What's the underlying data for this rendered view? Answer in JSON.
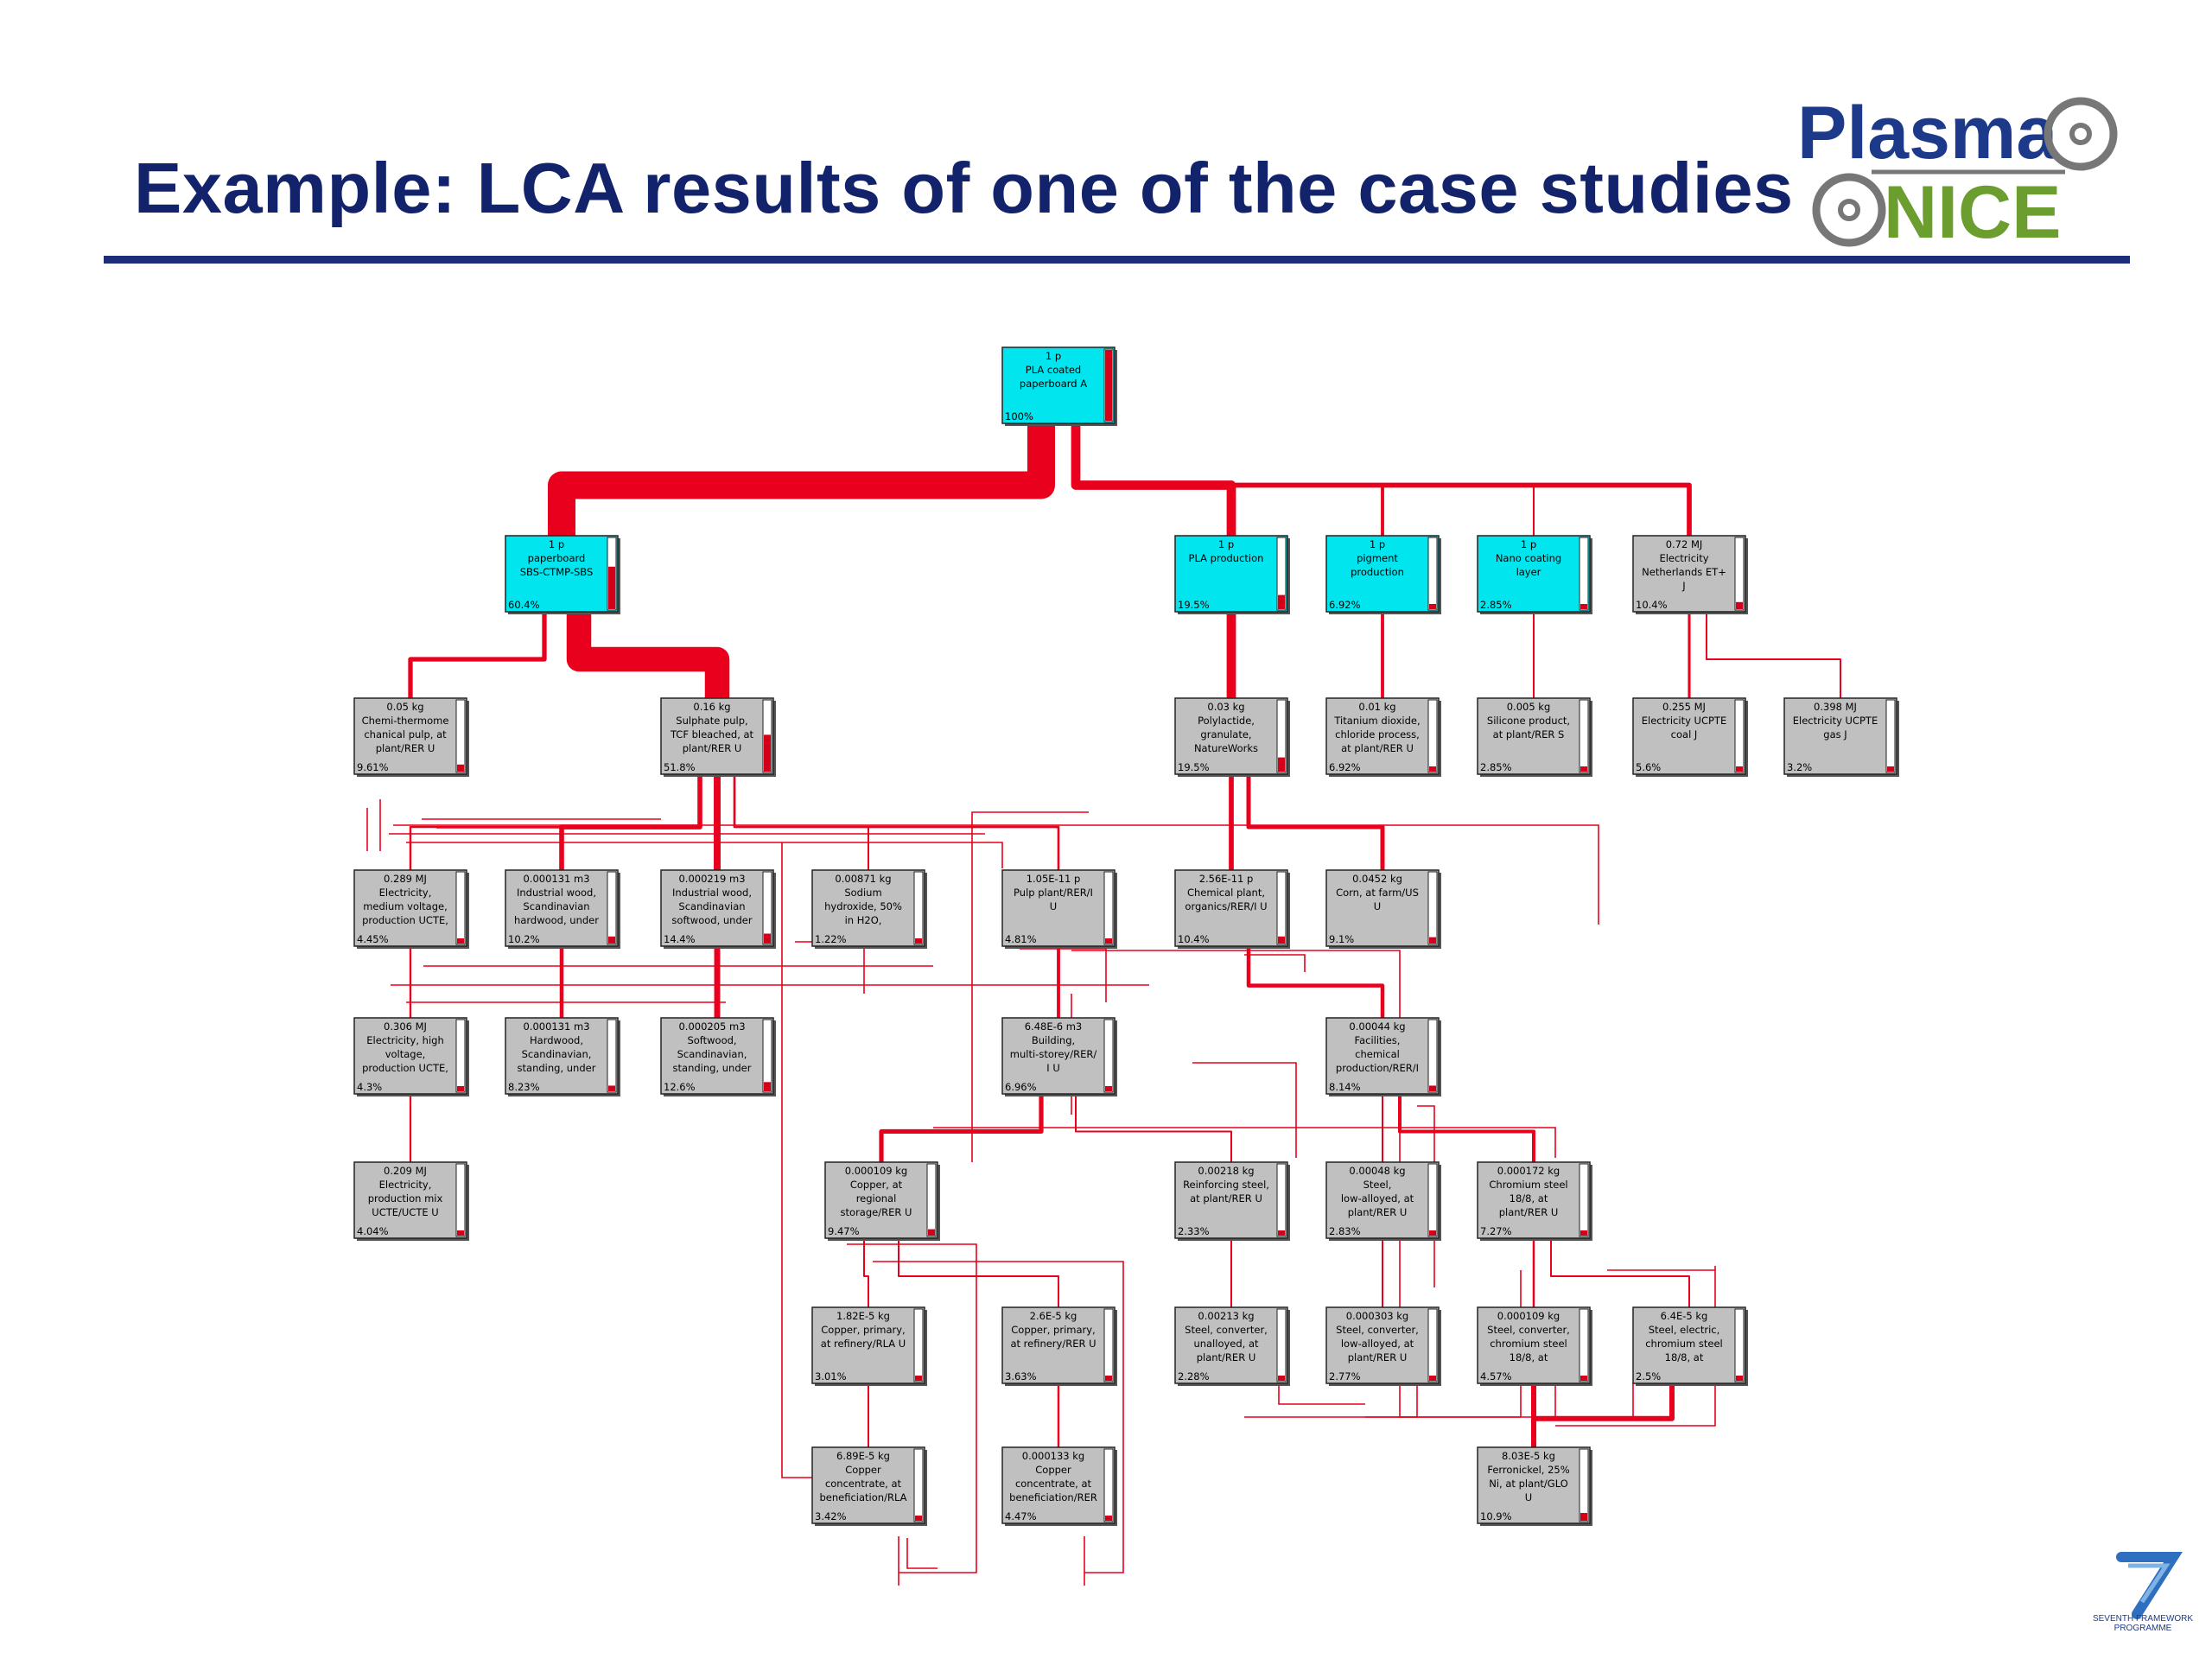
{
  "slide": {
    "title": "Example: LCA results of one of the case studies"
  },
  "logo": {
    "line1": "Plasma",
    "line2": "NICE",
    "colors": {
      "plasma": "#1d3a8a",
      "nice": "#6b9e2e",
      "ring": "#777777"
    }
  },
  "fp7": {
    "caption": "SEVENTH FRAMEWORK PROGRAMME",
    "icon": "fp7-seven-icon"
  },
  "colors": {
    "root_fill": "#00e5ee",
    "node_fill": "#c0c0c0",
    "flow": "#e8001c"
  },
  "nodes": [
    {
      "id": "root",
      "lines": [
        "1 p",
        "PLA coated",
        "paperboard A"
      ],
      "pct": "100%",
      "level": 1.0,
      "highlight": true
    },
    {
      "id": "paperboard",
      "lines": [
        "1 p",
        "paperboard",
        "SBS-CTMP-SBS"
      ],
      "pct": "60.4%",
      "level": 0.6,
      "highlight": true
    },
    {
      "id": "pla-production",
      "lines": [
        "1 p",
        "PLA production"
      ],
      "pct": "19.5%",
      "level": 0.2,
      "highlight": true
    },
    {
      "id": "pigment-production",
      "lines": [
        "1 p",
        "pigment",
        "production"
      ],
      "pct": "6.92%",
      "level": 0.07,
      "highlight": true
    },
    {
      "id": "nano-coating",
      "lines": [
        "1 p",
        "Nano coating",
        "layer"
      ],
      "pct": "2.85%",
      "level": 0.03,
      "highlight": true
    },
    {
      "id": "electricity-nl",
      "lines": [
        "0.72 MJ",
        "Electricity",
        "Netherlands ET+",
        "J"
      ],
      "pct": "10.4%",
      "level": 0.1,
      "highlight": false
    },
    {
      "id": "chemi-thermomechanical",
      "lines": [
        "0.05 kg",
        "Chemi-thermome",
        "chanical pulp, at",
        "plant/RER U"
      ],
      "pct": "9.61%",
      "level": 0.1,
      "highlight": false
    },
    {
      "id": "sulphate-pulp",
      "lines": [
        "0.16 kg",
        "Sulphate pulp,",
        "TCF bleached, at",
        "plant/RER U"
      ],
      "pct": "51.8%",
      "level": 0.52,
      "highlight": false
    },
    {
      "id": "polylactide",
      "lines": [
        "0.03 kg",
        "Polylactide,",
        "granulate,",
        "NatureWorks"
      ],
      "pct": "19.5%",
      "level": 0.2,
      "highlight": false
    },
    {
      "id": "titanium-dioxide",
      "lines": [
        "0.01 kg",
        "Titanium dioxide,",
        "chloride process,",
        "at plant/RER U"
      ],
      "pct": "6.92%",
      "level": 0.07,
      "highlight": false
    },
    {
      "id": "silicone-product",
      "lines": [
        "0.005 kg",
        "Silicone product,",
        "at plant/RER S"
      ],
      "pct": "2.85%",
      "level": 0.03,
      "highlight": false
    },
    {
      "id": "electricity-coal",
      "lines": [
        "0.255 MJ",
        "Electricity UCPTE",
        "coal J"
      ],
      "pct": "5.6%",
      "level": 0.06,
      "highlight": false
    },
    {
      "id": "electricity-gas",
      "lines": [
        "0.398 MJ",
        "Electricity UCPTE",
        "gas J"
      ],
      "pct": "3.2%",
      "level": 0.03,
      "highlight": false
    },
    {
      "id": "electricity-medium-voltage",
      "lines": [
        "0.289 MJ",
        "Electricity,",
        "medium voltage,",
        "production UCTE,"
      ],
      "pct": "4.45%",
      "level": 0.04,
      "highlight": false
    },
    {
      "id": "industrial-wood-hardwood",
      "lines": [
        "0.000131 m3",
        "Industrial wood,",
        "Scandinavian",
        "hardwood, under"
      ],
      "pct": "10.2%",
      "level": 0.1,
      "highlight": false
    },
    {
      "id": "industrial-wood-softwood",
      "lines": [
        "0.000219 m3",
        "Industrial wood,",
        "Scandinavian",
        "softwood, under"
      ],
      "pct": "14.4%",
      "level": 0.14,
      "highlight": false
    },
    {
      "id": "sodium-hydroxide",
      "lines": [
        "0.00871 kg",
        "Sodium",
        "hydroxide, 50%",
        "in H2O,"
      ],
      "pct": "1.22%",
      "level": 0.01,
      "highlight": false
    },
    {
      "id": "pulp-plant",
      "lines": [
        "1.05E-11 p",
        "Pulp plant/RER/I",
        "U"
      ],
      "pct": "4.81%",
      "level": 0.05,
      "highlight": false
    },
    {
      "id": "chemical-plant",
      "lines": [
        "2.56E-11 p",
        "Chemical plant,",
        "organics/RER/I U"
      ],
      "pct": "10.4%",
      "level": 0.1,
      "highlight": false
    },
    {
      "id": "corn",
      "lines": [
        "0.0452 kg",
        "Corn, at farm/US",
        "U"
      ],
      "pct": "9.1%",
      "level": 0.09,
      "highlight": false
    },
    {
      "id": "electricity-high-voltage",
      "lines": [
        "0.306 MJ",
        "Electricity, high",
        "voltage,",
        "production UCTE,"
      ],
      "pct": "4.3%",
      "level": 0.04,
      "highlight": false
    },
    {
      "id": "hardwood-standing",
      "lines": [
        "0.000131 m3",
        "Hardwood,",
        "Scandinavian,",
        "standing, under"
      ],
      "pct": "8.23%",
      "level": 0.08,
      "highlight": false
    },
    {
      "id": "softwood-standing",
      "lines": [
        "0.000205 m3",
        "Softwood,",
        "Scandinavian,",
        "standing, under"
      ],
      "pct": "12.6%",
      "level": 0.13,
      "highlight": false
    },
    {
      "id": "building-multi-storey",
      "lines": [
        "6.48E-6 m3",
        "Building,",
        "multi-storey/RER/",
        "I U"
      ],
      "pct": "6.96%",
      "level": 0.07,
      "highlight": false
    },
    {
      "id": "facilities-chemical",
      "lines": [
        "0.00044 kg",
        "Facilities,",
        "chemical",
        "production/RER/I"
      ],
      "pct": "8.14%",
      "level": 0.08,
      "highlight": false
    },
    {
      "id": "electricity-production-mix",
      "lines": [
        "0.209 MJ",
        "Electricity,",
        "production mix",
        "UCTE/UCTE U"
      ],
      "pct": "4.04%",
      "level": 0.04,
      "highlight": false
    },
    {
      "id": "copper-regional-storage",
      "lines": [
        "0.000109 kg",
        "Copper, at",
        "regional",
        "storage/RER U"
      ],
      "pct": "9.47%",
      "level": 0.09,
      "highlight": false
    },
    {
      "id": "reinforcing-steel",
      "lines": [
        "0.00218 kg",
        "Reinforcing steel,",
        "at plant/RER U"
      ],
      "pct": "2.33%",
      "level": 0.02,
      "highlight": false
    },
    {
      "id": "steel-low-alloyed",
      "lines": [
        "0.00048 kg",
        "Steel,",
        "low-alloyed, at",
        "plant/RER U"
      ],
      "pct": "2.83%",
      "level": 0.03,
      "highlight": false
    },
    {
      "id": "chromium-steel",
      "lines": [
        "0.000172 kg",
        "Chromium steel",
        "18/8, at",
        "plant/RER U"
      ],
      "pct": "7.27%",
      "level": 0.07,
      "highlight": false
    },
    {
      "id": "copper-primary-rla",
      "lines": [
        "1.82E-5 kg",
        "Copper, primary,",
        "at refinery/RLA U"
      ],
      "pct": "3.01%",
      "level": 0.03,
      "highlight": false
    },
    {
      "id": "copper-primary-rer",
      "lines": [
        "2.6E-5 kg",
        "Copper, primary,",
        "at refinery/RER U"
      ],
      "pct": "3.63%",
      "level": 0.04,
      "highlight": false
    },
    {
      "id": "steel-converter-unalloyed",
      "lines": [
        "0.00213 kg",
        "Steel, converter,",
        "unalloyed, at",
        "plant/RER U"
      ],
      "pct": "2.28%",
      "level": 0.02,
      "highlight": false
    },
    {
      "id": "steel-converter-low-alloyed",
      "lines": [
        "0.000303 kg",
        "Steel, converter,",
        "low-alloyed, at",
        "plant/RER U"
      ],
      "pct": "2.77%",
      "level": 0.03,
      "highlight": false
    },
    {
      "id": "steel-converter-chromium",
      "lines": [
        "0.000109 kg",
        "Steel, converter,",
        "chromium steel",
        "18/8, at"
      ],
      "pct": "4.57%",
      "level": 0.05,
      "highlight": false
    },
    {
      "id": "steel-electric-chromium",
      "lines": [
        "6.4E-5 kg",
        "Steel, electric,",
        "chromium steel",
        "18/8, at"
      ],
      "pct": "2.5%",
      "level": 0.03,
      "highlight": false
    },
    {
      "id": "copper-concentrate-rla",
      "lines": [
        "6.89E-5 kg",
        "Copper",
        "concentrate, at",
        "beneficiation/RLA"
      ],
      "pct": "3.42%",
      "level": 0.03,
      "highlight": false
    },
    {
      "id": "copper-concentrate-rer",
      "lines": [
        "0.000133 kg",
        "Copper",
        "concentrate, at",
        "beneficiation/RER"
      ],
      "pct": "4.47%",
      "level": 0.04,
      "highlight": false
    },
    {
      "id": "ferronickel",
      "lines": [
        "8.03E-5 kg",
        "Ferronickel, 25%",
        "Ni, at plant/GLO",
        "U"
      ],
      "pct": "10.9%",
      "level": 0.11,
      "highlight": false
    }
  ],
  "edges": [
    {
      "from": "paperboard",
      "to": "root",
      "weight": 60.4
    },
    {
      "from": "pla-production",
      "to": "root",
      "weight": 19.5
    },
    {
      "from": "pigment-production",
      "to": "root",
      "weight": 6.92
    },
    {
      "from": "nano-coating",
      "to": "root",
      "weight": 2.85
    },
    {
      "from": "electricity-nl",
      "to": "root",
      "weight": 10.4
    },
    {
      "from": "chemi-thermomechanical",
      "to": "paperboard",
      "weight": 9.61
    },
    {
      "from": "sulphate-pulp",
      "to": "paperboard",
      "weight": 51.8
    },
    {
      "from": "polylactide",
      "to": "pla-production",
      "weight": 19.5
    },
    {
      "from": "titanium-dioxide",
      "to": "pigment-production",
      "weight": 6.92
    },
    {
      "from": "silicone-product",
      "to": "nano-coating",
      "weight": 2.85
    },
    {
      "from": "electricity-coal",
      "to": "electricity-nl",
      "weight": 5.6
    },
    {
      "from": "electricity-gas",
      "to": "electricity-nl",
      "weight": 3.2
    },
    {
      "from": "industrial-wood-hardwood",
      "to": "sulphate-pulp",
      "weight": 10.2
    },
    {
      "from": "industrial-wood-softwood",
      "to": "sulphate-pulp",
      "weight": 14.4
    },
    {
      "from": "sodium-hydroxide",
      "to": "sulphate-pulp",
      "weight": 1.22
    },
    {
      "from": "pulp-plant",
      "to": "sulphate-pulp",
      "weight": 4.81
    },
    {
      "from": "electricity-medium-voltage",
      "to": "sulphate-pulp",
      "weight": 4.45
    },
    {
      "from": "chemical-plant",
      "to": "polylactide",
      "weight": 10.4
    },
    {
      "from": "corn",
      "to": "polylactide",
      "weight": 9.1
    },
    {
      "from": "electricity-high-voltage",
      "to": "electricity-medium-voltage",
      "weight": 4.3
    },
    {
      "from": "hardwood-standing",
      "to": "industrial-wood-hardwood",
      "weight": 8.23
    },
    {
      "from": "softwood-standing",
      "to": "industrial-wood-softwood",
      "weight": 12.6
    },
    {
      "from": "building-multi-storey",
      "to": "pulp-plant",
      "weight": 6.96
    },
    {
      "from": "facilities-chemical",
      "to": "chemical-plant",
      "weight": 8.14
    },
    {
      "from": "electricity-production-mix",
      "to": "electricity-high-voltage",
      "weight": 4.04
    },
    {
      "from": "copper-regional-storage",
      "to": "building-multi-storey",
      "weight": 9.47
    },
    {
      "from": "reinforcing-steel",
      "to": "building-multi-storey",
      "weight": 2.33
    },
    {
      "from": "steel-low-alloyed",
      "to": "facilities-chemical",
      "weight": 2.83
    },
    {
      "from": "chromium-steel",
      "to": "facilities-chemical",
      "weight": 7.27
    },
    {
      "from": "copper-primary-rla",
      "to": "copper-regional-storage",
      "weight": 3.01
    },
    {
      "from": "copper-primary-rer",
      "to": "copper-regional-storage",
      "weight": 3.63
    },
    {
      "from": "steel-converter-unalloyed",
      "to": "reinforcing-steel",
      "weight": 2.28
    },
    {
      "from": "steel-converter-low-alloyed",
      "to": "steel-low-alloyed",
      "weight": 2.77
    },
    {
      "from": "steel-converter-chromium",
      "to": "chromium-steel",
      "weight": 4.57
    },
    {
      "from": "steel-electric-chromium",
      "to": "chromium-steel",
      "weight": 2.5
    },
    {
      "from": "copper-concentrate-rla",
      "to": "copper-primary-rla",
      "weight": 3.42
    },
    {
      "from": "copper-concentrate-rer",
      "to": "copper-primary-rer",
      "weight": 4.47
    },
    {
      "from": "ferronickel",
      "to": "steel-converter-chromium",
      "weight": 10.9
    },
    {
      "from": "ferronickel",
      "to": "steel-electric-chromium",
      "weight": 10.9
    }
  ]
}
